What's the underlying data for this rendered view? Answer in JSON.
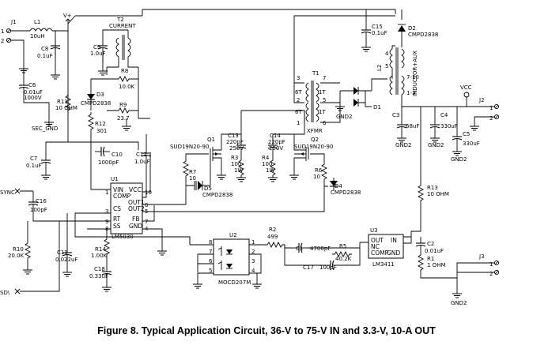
{
  "caption": "Figure 8.  Typical Application Circuit, 36-V to 75-V IN and 3.3-V, 10-A OUT",
  "refs": {
    "J1": "J1",
    "J2": "J2",
    "J3": "J3",
    "L1": "L1",
    "L1v": "10uH",
    "Vplus": "V+",
    "T2": "T2",
    "T2n": "CURRENT",
    "C8": "C8",
    "C8v": "0.1uF",
    "C9": "C9",
    "C9v": "1.0uF",
    "C6": "C6",
    "C6v": "0.01uF",
    "C6v2": "1000V",
    "R11": "R11",
    "R11v": "10 OHM",
    "SEC_GND": "SEC_GND",
    "R8": "R8",
    "R8v": "10.0K",
    "D3": "D3",
    "D3n": "CMPD2838",
    "R9": "R9",
    "R9v": "23.7",
    "R12": "R12",
    "R12v": "301",
    "C10": "C10",
    "C10v": "1000pF",
    "C12": "C12",
    "C12v": "1.0uF",
    "C7": "C7",
    "C7v": "0.1uF",
    "SYNC": "SYNC",
    "C16": "C16",
    "C16v": "100pF",
    "R10": "R10",
    "R10v": "20.0K",
    "C11": "C11",
    "C11v": "0.022uF",
    "R14": "R14",
    "R14v": "1.00K",
    "C18": "C18",
    "C18v": "0.33uF",
    "SD": "SD\\",
    "U1": "U1",
    "U1n": "LM5030",
    "U1p": {
      "vin": "VIN",
      "vcc": "VCC",
      "comp": "COMP",
      "out1": "OUT1",
      "cs": "CS",
      "out2": "OUT2",
      "rt": "RT",
      "fb": "FB",
      "ss": "SS",
      "gnd": "GND"
    },
    "R7": "R7",
    "R7v": "10",
    "D5": "D5",
    "D5n": "CMPD2838",
    "Q1": "Q1",
    "Q1n": "SUD19N20-90",
    "C13": "C13",
    "C13v": "220pF",
    "C13v2": "250V",
    "R3": "R3",
    "R3v": "100",
    "R3v2": "1W",
    "C14": "C14",
    "C14v": "220pF",
    "C14v2": "250V",
    "R4": "R4",
    "R4v": "100",
    "R4v2": "1W",
    "Q2": "Q2",
    "Q2n": "SUD19N20-90",
    "R6": "R6",
    "R6v": "10",
    "D4": "D4",
    "D4n": "CMPD2838",
    "T1": "T1",
    "T1n": "XFMR",
    "T1t": {
      "a": "6T",
      "b": "6T",
      "c": "1T",
      "d": "1T"
    },
    "C15": "C15",
    "C15v": "0.1uF",
    "D2": "D2",
    "D2n": "CMPD2838",
    "L2": "L2",
    "L2n": "INDUCTOR+AUX",
    "D1": "D1",
    "GND2": "GND2",
    "VCC": "VCC",
    "C3": "C3",
    "C3v": "68uF",
    "C4": "C4",
    "C4v": "330uF",
    "C5": "C5",
    "C5v": "330uF",
    "U2": "U2",
    "U2n": "MOCD207M",
    "R2": "R2",
    "R2v": "499",
    "C1": "C1",
    "C1v": "4700pF",
    "R5": "R5",
    "R5v": "40.2K",
    "C17": "C17",
    "C17v": "100pF",
    "U3": "U3",
    "U3n": "LM3411",
    "U3p": {
      "out": "OUT",
      "in": "IN",
      "nc": "NC",
      "comp": "COMP",
      "gnd": "GND"
    },
    "R13": "R13",
    "R13v": "10 OHM",
    "C2": "C2",
    "C2v": "0.01uF",
    "R1": "R1",
    "R1v": "1 OHM",
    "pins": {
      "p1": "1",
      "p2": "2",
      "p3": "3",
      "p4": "4",
      "p5": "5",
      "p6": "6",
      "p7": "7",
      "p8": "8",
      "p9": "9",
      "p10": "10"
    }
  }
}
